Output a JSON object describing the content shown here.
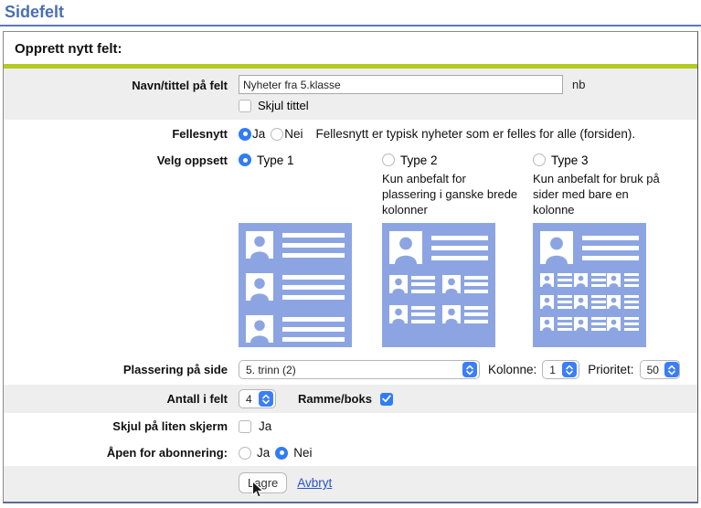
{
  "page": {
    "title": "Sidefelt"
  },
  "panel": {
    "header": "Opprett nytt felt:"
  },
  "fields": {
    "name": {
      "label": "Navn/tittel på felt",
      "value": "Nyheter fra 5.klasse",
      "lang": "nb",
      "hide_title_label": "Skjul tittel"
    },
    "fellesnytt": {
      "label": "Fellesnytt",
      "yes": "Ja",
      "no": "Nei",
      "hint": "Fellesnytt er typisk nyheter som er felles for alle (forsiden)."
    },
    "oppsett": {
      "label": "Velg oppsett",
      "types": [
        {
          "label": "Type 1",
          "desc": ""
        },
        {
          "label": "Type 2",
          "desc": "Kun anbefalt for plassering i ganske brede kolonner"
        },
        {
          "label": "Type 3",
          "desc": "Kun anbefalt for bruk på sider med bare en kolonne"
        }
      ]
    },
    "plassering": {
      "label": "Plassering på side",
      "value": "5. trinn (2)",
      "kolonne_label": "Kolonne:",
      "kolonne_value": "1",
      "prioritet_label": "Prioritet:",
      "prioritet_value": "50"
    },
    "antall": {
      "label": "Antall i felt",
      "value": "4",
      "ramme_label": "Ramme/boks"
    },
    "skjul_liten": {
      "label": "Skjul på liten skjerm",
      "checkbox_label": "Ja"
    },
    "abonnering": {
      "label": "Åpen for abonnering:",
      "yes": "Ja",
      "no": "Nei"
    }
  },
  "actions": {
    "save": "Lagre",
    "cancel": "Avbryt"
  },
  "colors": {
    "title_blue": "#4a6fb5",
    "accent_blue": "#2f7cf7",
    "preview_blue": "#8ca5e2",
    "green_bar": "#b3cb1f",
    "row_gray": "#eeeeee",
    "link_blue": "#2853c4"
  }
}
